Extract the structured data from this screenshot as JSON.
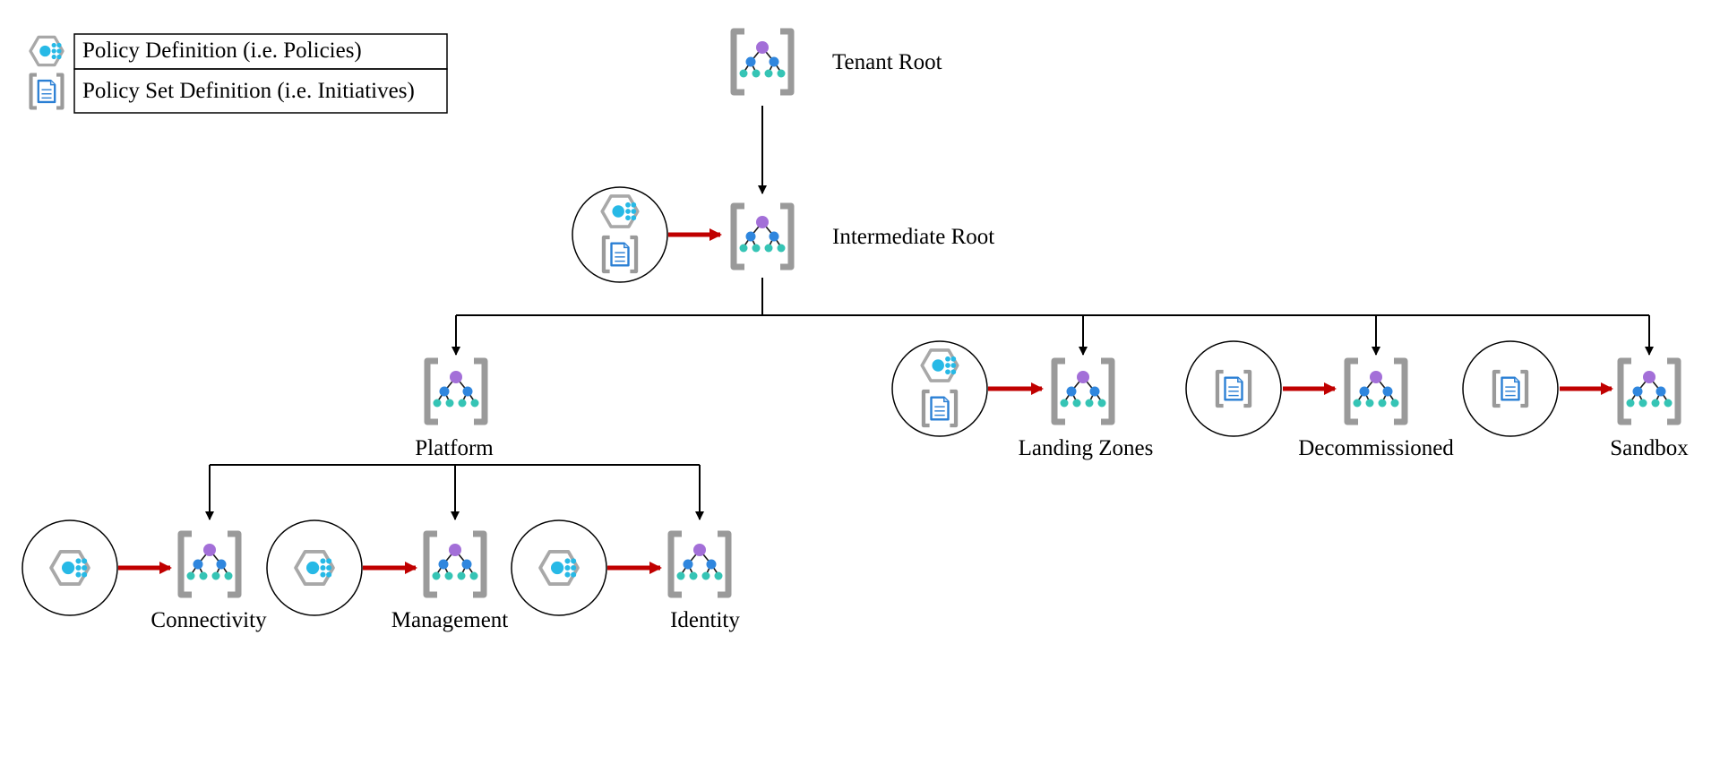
{
  "legend": [
    {
      "icon": "policy-definition-icon",
      "text": "Policy Definition (i.e. Policies)"
    },
    {
      "icon": "policy-set-definition-icon",
      "text": "Policy Set Definition (i.e. Initiatives)"
    }
  ],
  "nodes": {
    "tenant_root": "Tenant Root",
    "intermediate_root": "Intermediate Root",
    "platform": "Platform",
    "landing_zones": "Landing Zones",
    "decommissioned": "Decommissioned",
    "sandbox": "Sandbox",
    "connectivity": "Connectivity",
    "management": "Management",
    "identity": "Identity"
  },
  "colors": {
    "line": "#000000",
    "assignment_arrow": "#c00000",
    "bracket": "#9a9a9a",
    "node_top": "#a36fd8",
    "node_mid": "#2f86de",
    "node_bottom": "#35c4b5",
    "policy_cyan": "#27b9e6",
    "doc_blue": "#2a7fd4"
  }
}
